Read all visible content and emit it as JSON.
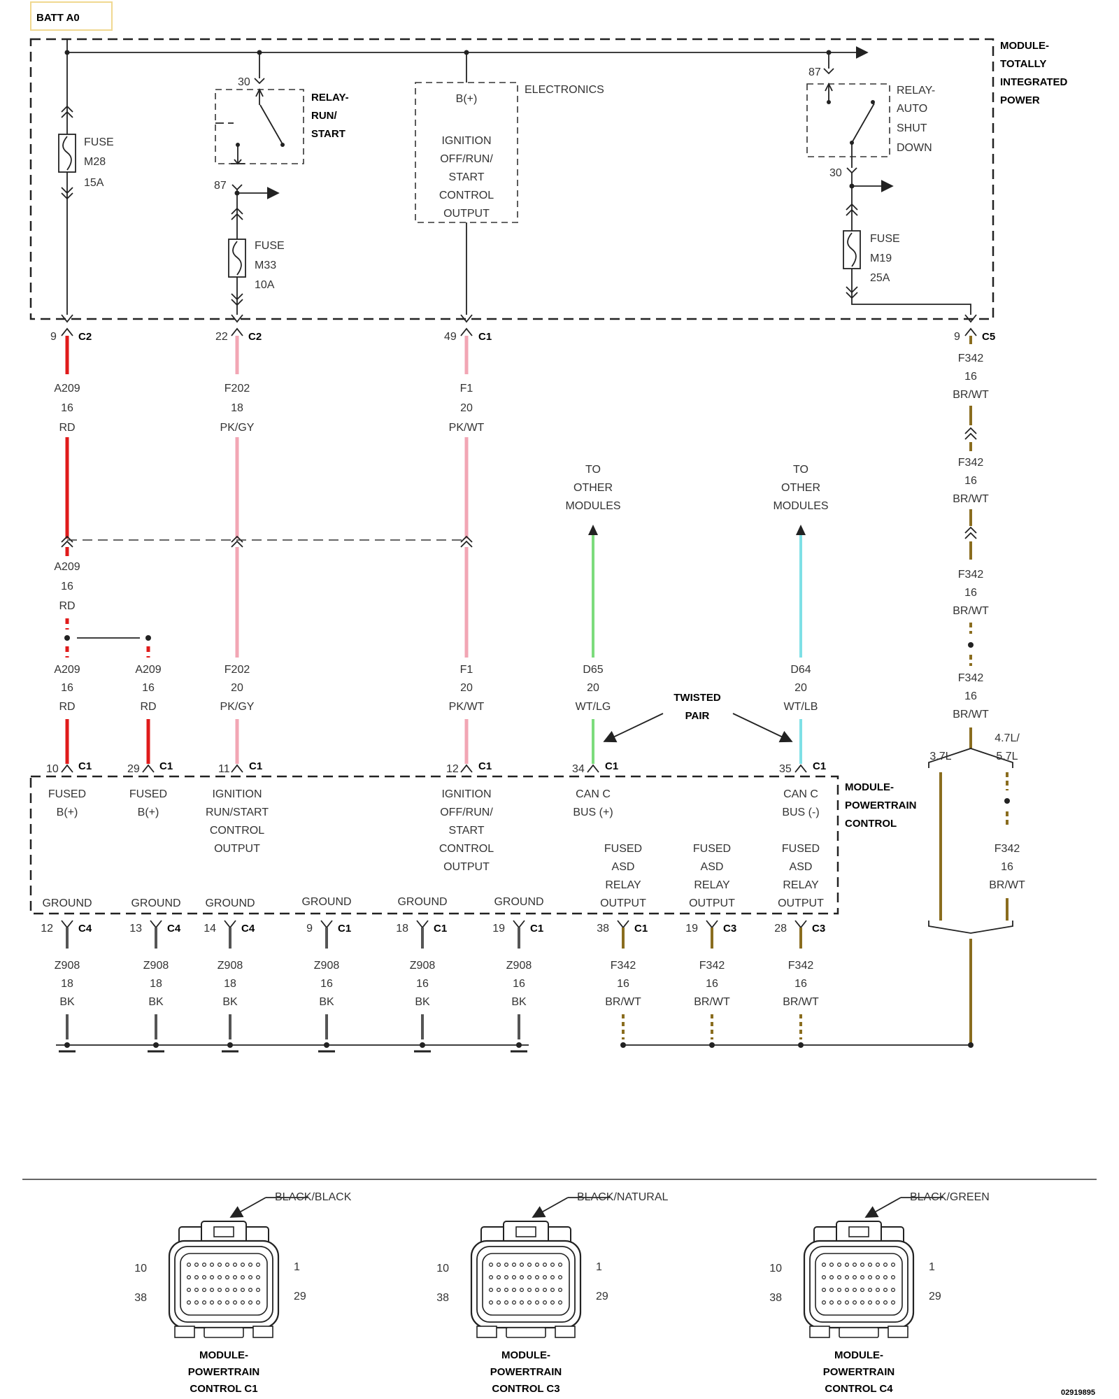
{
  "batt": "BATT A0",
  "tipm": {
    "l1": "MODULE-",
    "l2": "TOTALLY",
    "l3": "INTEGRATED",
    "l4": "POWER"
  },
  "pcm": {
    "l1": "MODULE-",
    "l2": "POWERTRAIN",
    "l3": "CONTROL"
  },
  "fuses": [
    {
      "l1": "FUSE",
      "l2": "M28",
      "l3": "15A"
    },
    {
      "l1": "FUSE",
      "l2": "M33",
      "l3": "10A"
    },
    {
      "l1": "FUSE",
      "l2": "M19",
      "l3": "25A"
    }
  ],
  "relay_run": {
    "l1": "RELAY-",
    "l2": "RUN/",
    "l3": "START",
    "p30": "30",
    "p87": "87"
  },
  "relay_asd": {
    "l1": "RELAY-",
    "l2": "AUTO",
    "l3": "SHUT",
    "l4": "DOWN",
    "p87": "87",
    "p30": "30"
  },
  "electronics": {
    "label": "ELECTRONICS",
    "b": "B(+)",
    "l1": "IGNITION",
    "l2": "OFF/RUN/",
    "l3": "START",
    "l4": "CONTROL",
    "l5": "OUTPUT"
  },
  "tipm_pins": [
    {
      "pin": "9",
      "conn": "C2"
    },
    {
      "pin": "22",
      "conn": "C2"
    },
    {
      "pin": "49",
      "conn": "C1"
    },
    {
      "pin": "9",
      "conn": "C5"
    }
  ],
  "wires_top": [
    {
      "c": "A209",
      "g": "16",
      "col": "RD"
    },
    {
      "c": "F202",
      "g": "18",
      "col": "PK/GY"
    },
    {
      "c": "F1",
      "g": "20",
      "col": "PK/WT"
    }
  ],
  "f342_repeat": {
    "c": "F342",
    "g": "16",
    "col": "BR/WT"
  },
  "to_other": {
    "l1": "TO",
    "l2": "OTHER",
    "l3": "MODULES"
  },
  "twisted": {
    "l1": "TWISTED",
    "l2": "PAIR"
  },
  "wires_mid": [
    {
      "c": "A209",
      "g": "16",
      "col": "RD"
    },
    {
      "c": "A209",
      "g": "16",
      "col": "RD"
    },
    {
      "c": "A209",
      "g": "16",
      "col": "RD"
    },
    {
      "c": "F202",
      "g": "20",
      "col": "PK/GY"
    },
    {
      "c": "F1",
      "g": "20",
      "col": "PK/WT"
    },
    {
      "c": "D65",
      "g": "20",
      "col": "WT/LG"
    },
    {
      "c": "D64",
      "g": "20",
      "col": "WT/LB"
    }
  ],
  "engine": {
    "a": "3.7L",
    "b1": "4.7L/",
    "b2": "5.7L"
  },
  "pcm_top_pins": [
    {
      "pin": "10",
      "conn": "C1"
    },
    {
      "pin": "29",
      "conn": "C1"
    },
    {
      "pin": "11",
      "conn": "C1"
    },
    {
      "pin": "12",
      "conn": "C1"
    },
    {
      "pin": "34",
      "conn": "C1"
    },
    {
      "pin": "35",
      "conn": "C1"
    }
  ],
  "pcm_inputs": [
    {
      "l1": "FUSED",
      "l2": "B(+)"
    },
    {
      "l1": "FUSED",
      "l2": "B(+)"
    },
    {
      "l1": "IGNITION",
      "l2": "RUN/START",
      "l3": "CONTROL",
      "l4": "OUTPUT"
    },
    {
      "l1": "IGNITION",
      "l2": "OFF/RUN/",
      "l3": "START",
      "l4": "CONTROL",
      "l5": "OUTPUT"
    },
    {
      "l1": "CAN C",
      "l2": "BUS (+)"
    },
    {
      "l1": "CAN C",
      "l2": "BUS (-)"
    }
  ],
  "asd_out": {
    "l1": "FUSED",
    "l2": "ASD",
    "l3": "RELAY",
    "l4": "OUTPUT"
  },
  "ground_label": "GROUND",
  "pcm_bottom_pins": [
    {
      "pin": "12",
      "conn": "C4"
    },
    {
      "pin": "13",
      "conn": "C4"
    },
    {
      "pin": "14",
      "conn": "C4"
    },
    {
      "pin": "9",
      "conn": "C1"
    },
    {
      "pin": "18",
      "conn": "C1"
    },
    {
      "pin": "19",
      "conn": "C1"
    },
    {
      "pin": "38",
      "conn": "C1"
    },
    {
      "pin": "19",
      "conn": "C3"
    },
    {
      "pin": "28",
      "conn": "C3"
    }
  ],
  "wires_bottom": [
    {
      "c": "Z908",
      "g": "18",
      "col": "BK"
    },
    {
      "c": "Z908",
      "g": "18",
      "col": "BK"
    },
    {
      "c": "Z908",
      "g": "18",
      "col": "BK"
    },
    {
      "c": "Z908",
      "g": "16",
      "col": "BK"
    },
    {
      "c": "Z908",
      "g": "16",
      "col": "BK"
    },
    {
      "c": "Z908",
      "g": "16",
      "col": "BK"
    },
    {
      "c": "F342",
      "g": "16",
      "col": "BR/WT"
    },
    {
      "c": "F342",
      "g": "16",
      "col": "BR/WT"
    },
    {
      "c": "F342",
      "g": "16",
      "col": "BR/WT"
    }
  ],
  "connectors": [
    {
      "color": "BLACK/BLACK",
      "l1": "MODULE-",
      "l2": "POWERTRAIN",
      "l3": "CONTROL C1",
      "p10": "10",
      "p1": "1",
      "p38": "38",
      "p29": "29"
    },
    {
      "color": "BLACK/NATURAL",
      "l1": "MODULE-",
      "l2": "POWERTRAIN",
      "l3": "CONTROL C3",
      "p10": "10",
      "p1": "1",
      "p38": "38",
      "p29": "29"
    },
    {
      "color": "BLACK/GREEN",
      "l1": "MODULE-",
      "l2": "POWERTRAIN",
      "l3": "CONTROL C4",
      "p10": "10",
      "p1": "1",
      "p38": "38",
      "p29": "29"
    }
  ],
  "figure_id": "02919895",
  "colors": {
    "rd": "#e01b1b",
    "pk": "#f2a6b4",
    "lg": "#7ddc7d",
    "lb": "#7fe0e6",
    "bk": "#555555",
    "br": "#8a6d1f"
  }
}
